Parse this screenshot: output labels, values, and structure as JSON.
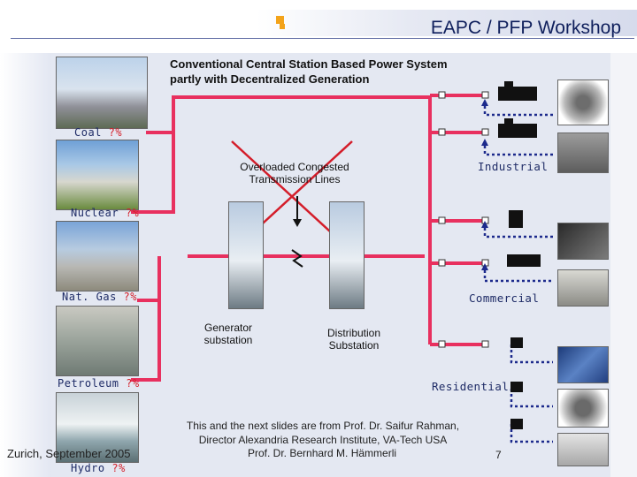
{
  "header": {
    "title": "EAPC / PFP Workshop"
  },
  "diagram": {
    "title_line1": "Conventional Central Station Based Power System",
    "title_line2": "partly with Decentralized Generation",
    "overloaded_line1": "Overloaded Congested",
    "overloaded_line2": "Transmission Lines",
    "generator_line1": "Generator",
    "generator_line2": "substation",
    "distribution_line1": "Distribution",
    "distribution_line2": "Substation",
    "industrial": "Industrial",
    "commercial": "Commercial",
    "residential": "Residential"
  },
  "sources": [
    {
      "name": "Coal",
      "pct": "?%"
    },
    {
      "name": "Nuclear",
      "pct": "?%"
    },
    {
      "name": "Nat. Gas",
      "pct": "?%"
    },
    {
      "name": "Petroleum",
      "pct": "?%"
    },
    {
      "name": "Hydro",
      "pct": "?%"
    }
  ],
  "footer": {
    "credit_line1": "This and the next slides are from Prof. Dr. Saifur Rahman,",
    "credit_line2": "Director Alexandria Research Institute, VA-Tech USA",
    "location": "Zurich, September 2005",
    "presenter": "Prof. Dr. Bernhard M. Hämmerli",
    "page": "7"
  },
  "colors": {
    "network_red": "#e8305f",
    "dotted_blue": "#1c2a8c",
    "pct_red": "#d4202a",
    "caption_blue": "#1e2b66"
  }
}
